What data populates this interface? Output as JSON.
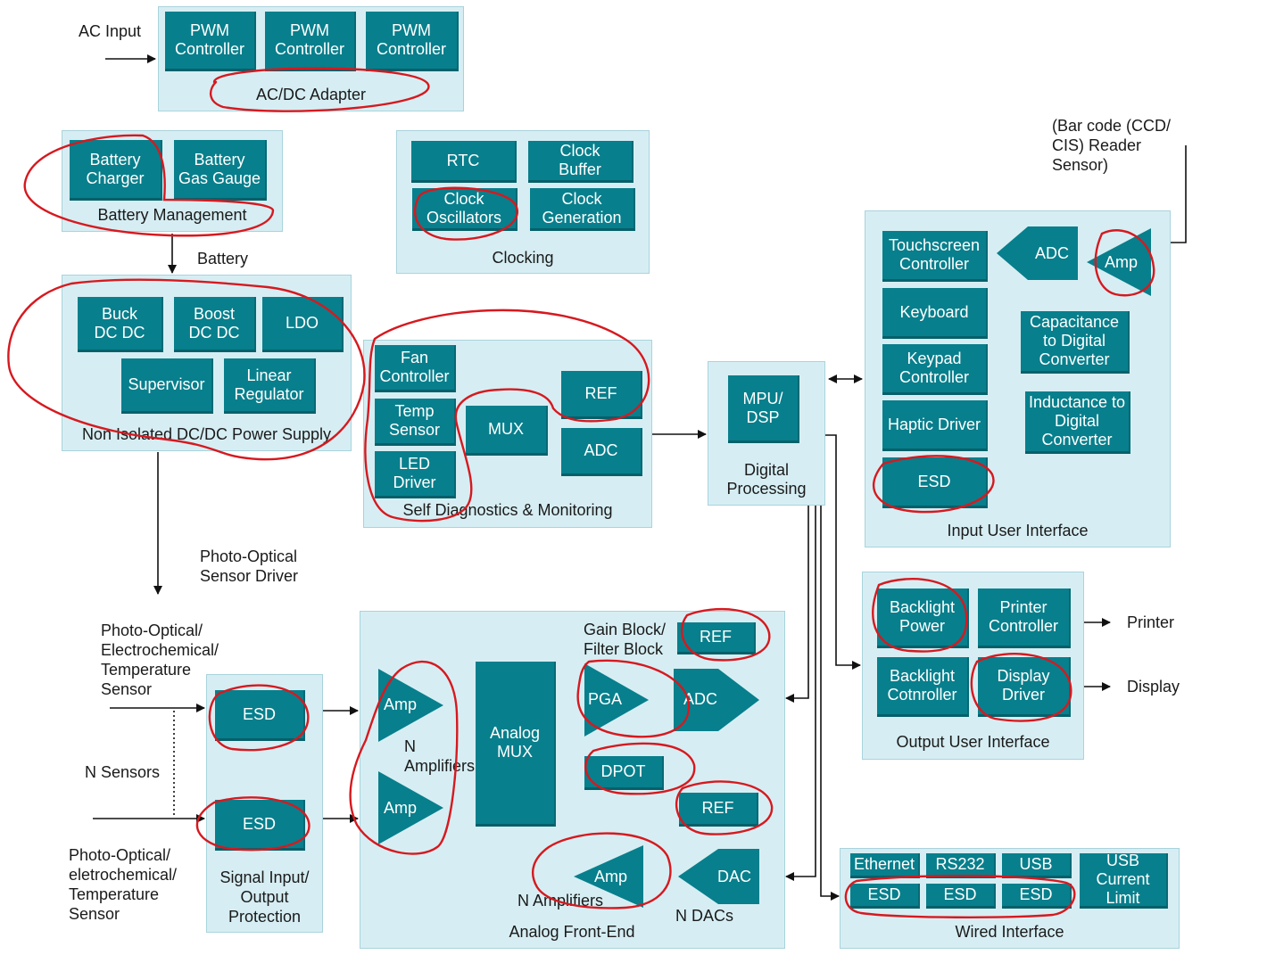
{
  "labels": {
    "ac_input": "AC Input",
    "battery": "Battery",
    "barcode": [
      "(Bar code (CCD/",
      "CIS) Reader",
      "Sensor)"
    ],
    "photo_driver": [
      "Photo-Optical",
      "Sensor Driver"
    ],
    "sensor_top": [
      "Photo-Optical/",
      "Electrochemical/",
      "Temperature",
      "Sensor"
    ],
    "n_sensors": "N Sensors",
    "sensor_bottom": [
      "Photo-Optical/",
      "eletrochemical/",
      "Temperature",
      "Sensor"
    ],
    "printer": "Printer",
    "display": "Display",
    "n_amplifiers": [
      "N",
      "Amplifiers"
    ],
    "gain_block": [
      "Gain Block/",
      "Filter Block"
    ],
    "n_amplifiers_out": "N Amplifiers",
    "n_dacs": "N DACs"
  },
  "groups": {
    "acdc": {
      "title": "AC/DC Adapter",
      "blocks": {
        "pwm1": "PWM Controller",
        "pwm2": "PWM Controller",
        "pwm3": "PWM Controller"
      }
    },
    "battery": {
      "title": "Battery Management",
      "blocks": {
        "charger": "Battery Charger",
        "gauge": "Battery Gas Gauge"
      }
    },
    "clocking": {
      "title": "Clocking",
      "blocks": {
        "rtc": "RTC",
        "buffer": "Clock Buffer",
        "osc": "Clock Oscillators",
        "gen": "Clock Generation"
      }
    },
    "power": {
      "title": "Non Isolated DC/DC Power Supply",
      "blocks": {
        "buck": "Buck DC DC",
        "boost": "Boost DC DC",
        "ldo": "LDO",
        "supervisor": "Supervisor",
        "linear": "Linear Regulator"
      }
    },
    "diag": {
      "title": "Self Diagnostics & Monitoring",
      "blocks": {
        "fan": "Fan Controller",
        "temp": "Temp Sensor",
        "led": "LED Driver",
        "mux": "MUX",
        "ref": "REF",
        "adc": "ADC"
      }
    },
    "digital": {
      "title": "Digital Processing",
      "blocks": {
        "mpu": "MPU/ DSP"
      }
    },
    "input_ui": {
      "title": "Input User Interface",
      "blocks": {
        "touch": "Touchscreen Controller",
        "adc": "ADC",
        "amp": "Amp",
        "keyboard": "Keyboard",
        "keypad": "Keypad Controller",
        "haptic": "Haptic Driver",
        "esd": "ESD",
        "cap": "Capacitance to Digital Converter",
        "ind": "Inductance to Digital Converter"
      }
    },
    "output_ui": {
      "title": "Output User Interface",
      "blocks": {
        "backlight_power": "Backlight Power",
        "printer_ctrl": "Printer Controller",
        "backlight_ctrl": "Backlight Cotnroller",
        "display_drv": "Display Driver"
      }
    },
    "signal": {
      "title": "Signal Input/ Output Protection",
      "blocks": {
        "esd1": "ESD",
        "esd2": "ESD"
      }
    },
    "afe": {
      "title": "Analog Front-End",
      "blocks": {
        "amp1": "Amp",
        "amp2": "Amp",
        "mux": "Analog MUX",
        "ref1": "REF",
        "pga": "PGA",
        "adc": "ADC",
        "dpot": "DPOT",
        "ref2": "REF",
        "amp_out": "Amp",
        "dac": "DAC"
      }
    },
    "wired": {
      "title": "Wired Interface",
      "blocks": {
        "ethernet": "Ethernet",
        "rs232": "RS232",
        "usb": "USB",
        "usb_limit": "USB Current Limit",
        "esd1": "ESD",
        "esd2": "ESD",
        "esd3": "ESD"
      }
    }
  },
  "colors": {
    "block": "#087f8c",
    "group": "#d6eef3",
    "annotation": "#d6191f",
    "line": "#111111"
  }
}
